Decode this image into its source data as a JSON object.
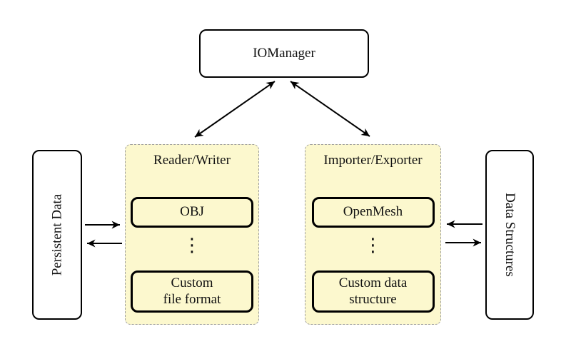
{
  "colors": {
    "group_fill": "#FCF8CE",
    "group_border": "#9E9E9E",
    "line": "#000000",
    "node_fill": "#FFFFFF",
    "text": "#111111",
    "canvas_bg": "#FFFFFF"
  },
  "nodes": {
    "iomanager": {
      "label": "IOManager"
    },
    "persistent_data": {
      "label": "Persistent Data"
    },
    "data_structures": {
      "label": "Data Structures"
    }
  },
  "groups": {
    "reader_writer": {
      "title": "Reader/Writer",
      "ellipsis": "⋮",
      "items": [
        {
          "label": "OBJ"
        },
        {
          "line1": "Custom",
          "line2": "file format"
        }
      ]
    },
    "importer_exporter": {
      "title": "Importer/Exporter",
      "ellipsis": "⋮",
      "items": [
        {
          "label": "OpenMesh"
        },
        {
          "line1": "Custom data",
          "line2": "structure"
        }
      ]
    }
  },
  "arrows": [
    {
      "name": "iomanager-readerwriter",
      "type": "double"
    },
    {
      "name": "iomanager-importerexporter",
      "type": "double"
    },
    {
      "name": "persistentdata-to-readerwriter",
      "type": "single"
    },
    {
      "name": "readerwriter-to-persistentdata",
      "type": "single"
    },
    {
      "name": "datastructures-to-importerexporter",
      "type": "single"
    },
    {
      "name": "importerexporter-to-datastructures",
      "type": "single"
    }
  ]
}
